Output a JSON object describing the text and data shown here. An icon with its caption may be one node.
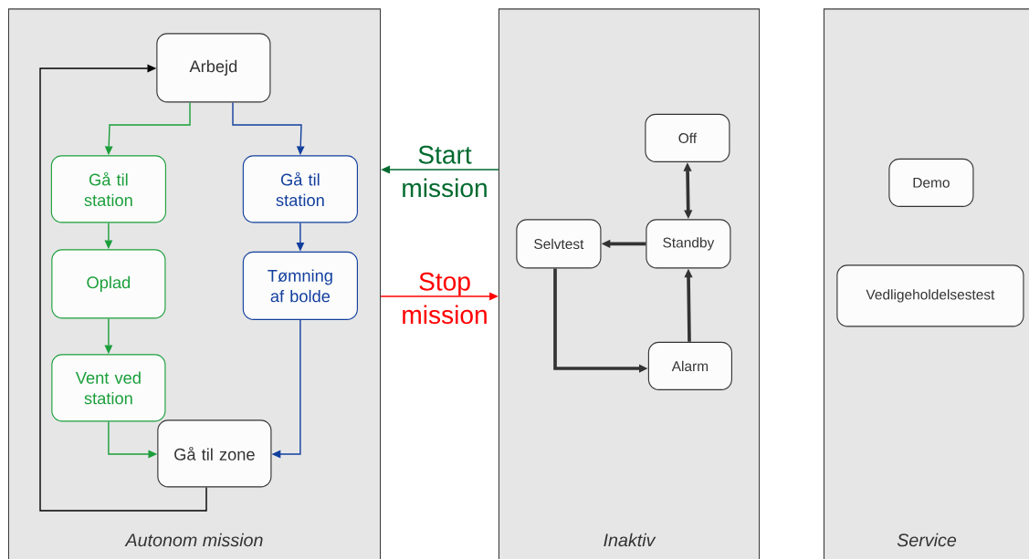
{
  "diagram": {
    "nodes": [
      {
        "text": [
          "Autonom mission"
        ]
      },
      {
        "text": [
          "Arbejd"
        ],
        "in": 0
      },
      {
        "text": [
          "Gå til station"
        ],
        "in": 0
      },
      {
        "text": [
          "Gå til station"
        ],
        "in": 0
      },
      {
        "text": [
          "Oplad"
        ],
        "in": 0
      },
      {
        "text": [
          "Tømning af bolde"
        ],
        "in": 0
      },
      {
        "text": [
          "Vent ved station"
        ],
        "in": 0
      },
      {
        "text": [
          "Gå til zone"
        ],
        "in": 0
      },
      {
        "text": [
          "Inaktiv"
        ]
      },
      {
        "text": [
          "Off"
        ],
        "in": 8
      },
      {
        "text": [
          "Selvtest"
        ],
        "in": 8
      },
      {
        "text": [
          "Standby"
        ],
        "in": 8
      },
      {
        "text": [
          "Alarm"
        ],
        "in": 8
      },
      {
        "text": [
          "Service"
        ]
      },
      {
        "text": [
          "Demo"
        ],
        "in": 13
      },
      {
        "text": [
          "Vedligeholdelsestest"
        ],
        "in": 13
      }
    ],
    "edges": [
      {
        "from": 1,
        "to": 2,
        "arrow": "to",
        "color": "#1a9e3a"
      },
      {
        "from": 1,
        "to": 3,
        "arrow": "to",
        "color": "#123f9e"
      },
      {
        "from": 2,
        "to": 4,
        "arrow": "to",
        "color": "#1a9e3a"
      },
      {
        "from": 4,
        "to": 6,
        "arrow": "to",
        "color": "#1a9e3a"
      },
      {
        "from": 6,
        "to": 7,
        "arrow": "to",
        "color": "#1a9e3a"
      },
      {
        "from": 3,
        "to": 5,
        "arrow": "to",
        "color": "#123f9e"
      },
      {
        "from": 5,
        "to": 7,
        "arrow": "to",
        "color": "#123f9e"
      },
      {
        "from": 7,
        "to": 1,
        "arrow": "to",
        "color": "#000000"
      },
      {
        "from": 8,
        "to": 0,
        "arrow": "to",
        "label": "Start mission",
        "color": "#006a2e"
      },
      {
        "from": 0,
        "to": 8,
        "arrow": "to",
        "label": "Stop mission",
        "color": "#ff0000"
      },
      {
        "from": 11,
        "to": 9,
        "arrow": "both",
        "style": "thick",
        "color": "#333333"
      },
      {
        "from": 11,
        "to": 10,
        "arrow": "to",
        "style": "thick",
        "color": "#333333"
      },
      {
        "from": 10,
        "to": 12,
        "arrow": "to",
        "style": "thick",
        "color": "#333333"
      },
      {
        "from": 12,
        "to": 11,
        "arrow": "to",
        "style": "thick",
        "color": "#333333"
      }
    ]
  }
}
